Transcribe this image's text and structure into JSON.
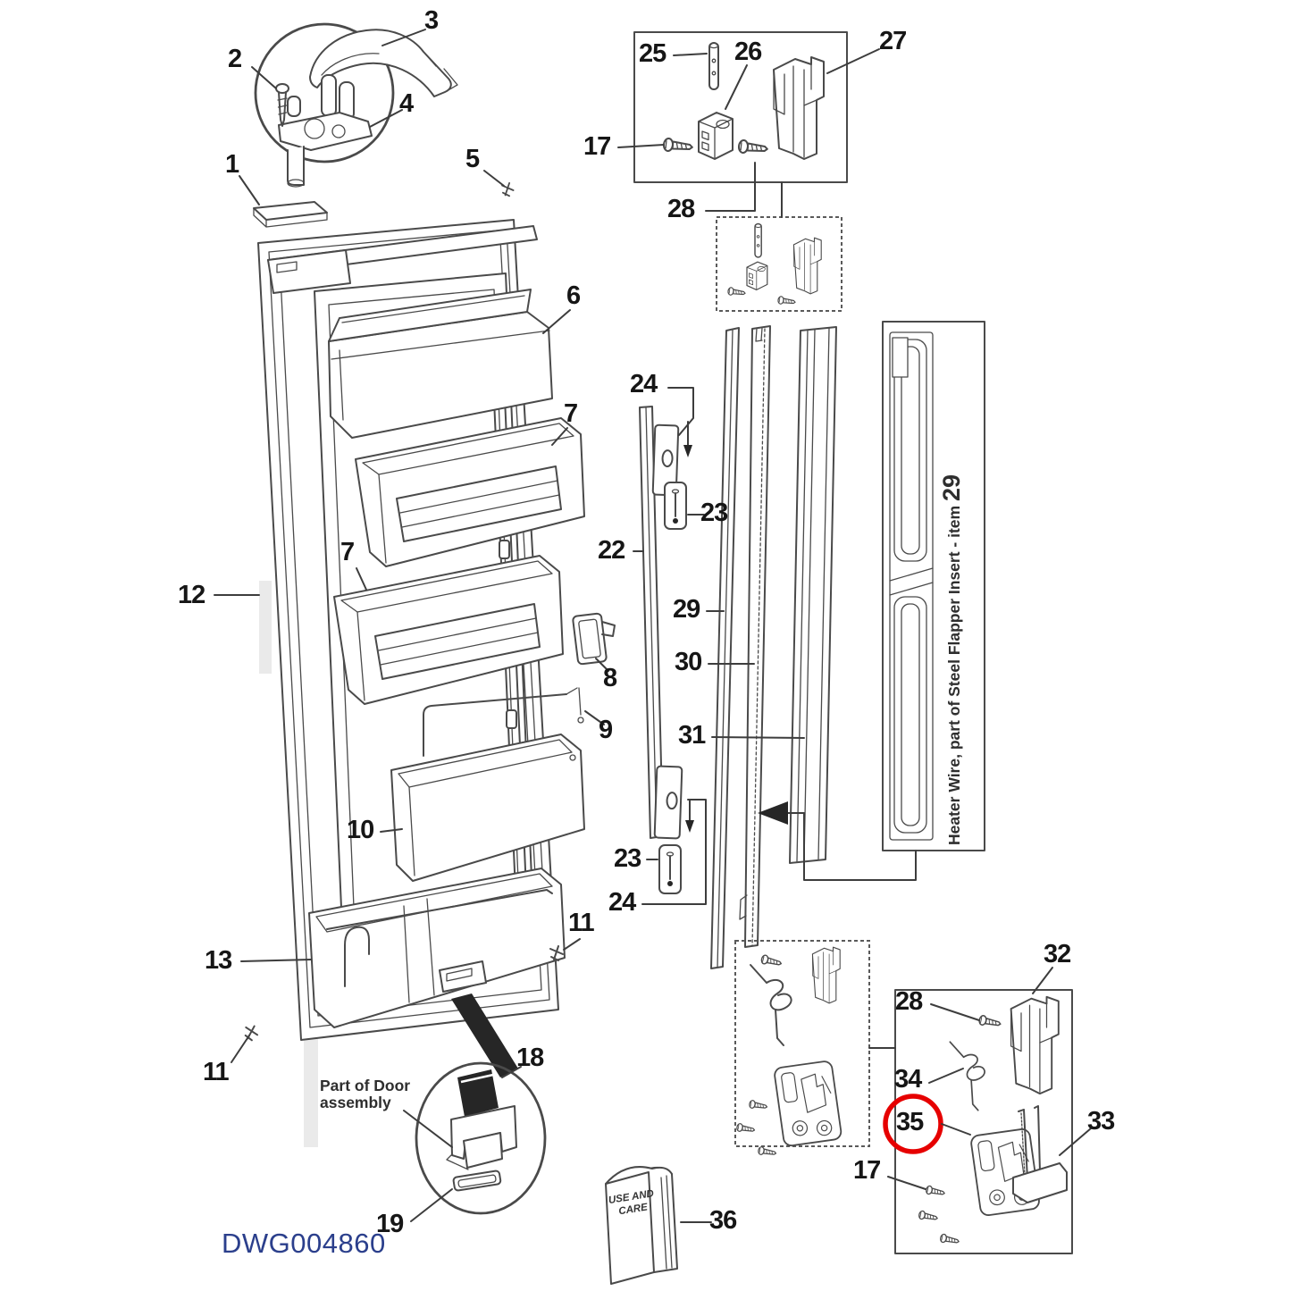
{
  "drawing": {
    "number": "DWG004860"
  },
  "colors": {
    "line": "#4a4a4a",
    "label": "#161616",
    "highlight": "#e60000",
    "drawing_number": "#2b3f8c"
  },
  "callouts": {
    "p1": "1",
    "p2": "2",
    "p3": "3",
    "p4": "4",
    "p5": "5",
    "p6": "6",
    "p7a": "7",
    "p7b": "7",
    "p8": "8",
    "p9": "9",
    "p10": "10",
    "p11a": "11",
    "p11b": "11",
    "p12": "12",
    "p13": "13",
    "p17a": "17",
    "p17b": "17",
    "p18": "18",
    "p19": "19",
    "p22": "22",
    "p23a": "23",
    "p23b": "23",
    "p24a": "24",
    "p24b": "24",
    "p25": "25",
    "p26": "26",
    "p27": "27",
    "p28a": "28",
    "p28b": "28",
    "p29": "29",
    "p30": "30",
    "p31": "31",
    "p32": "32",
    "p33": "33",
    "p34": "34",
    "p35": "35",
    "p36": "36"
  },
  "notes": {
    "door_note_line1": "Part of Door",
    "door_note_line2": "assembly",
    "heater_note": "Heater Wire, part of Steel Flapper Insert - item ",
    "heater_item": "29",
    "book_line1": "USE AND",
    "book_line2": "CARE"
  }
}
